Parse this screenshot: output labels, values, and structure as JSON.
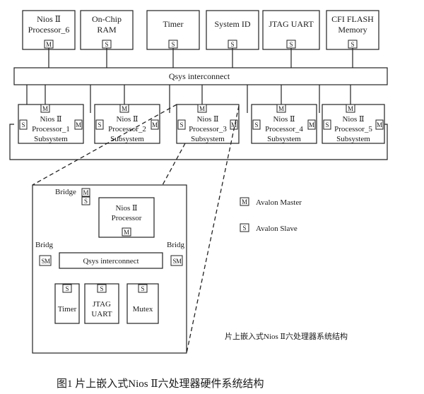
{
  "top_modules": [
    {
      "line1": "Nios Ⅱ",
      "line2": "Processor_6",
      "port": "M"
    },
    {
      "line1": "On-Chip",
      "line2": "RAM",
      "port": "S"
    },
    {
      "line1": "Timer",
      "line2": "",
      "port": "S"
    },
    {
      "line1": "System ID",
      "line2": "",
      "port": "S"
    },
    {
      "line1": "JTAG UART",
      "line2": "",
      "port": "S"
    },
    {
      "line1": "CFI FLASH",
      "line2": "Memory",
      "port": "S"
    }
  ],
  "main_interconnect": "Qsys interconnect",
  "subsystems": [
    {
      "line1": "Nios Ⅱ",
      "line2": "Processor_1",
      "line3": "Subsystem",
      "top_port": "M",
      "left_port": "S",
      "right_port": "M"
    },
    {
      "line1": "Nios Ⅱ",
      "line2": "Processor_2",
      "line3": "Subsystem",
      "top_port": "M",
      "left_port": "S",
      "right_port": "M"
    },
    {
      "line1": "Nios Ⅱ",
      "line2": "Processor_3",
      "line3": "Subsystem",
      "top_port": "M",
      "left_port": "S",
      "right_port": "M"
    },
    {
      "line1": "Nios Ⅱ",
      "line2": "Processor_4",
      "line3": "Subsystem",
      "top_port": "M",
      "left_port": "S",
      "right_port": "M"
    },
    {
      "line1": "Nios Ⅱ",
      "line2": "Processor_5",
      "line3": "Subsystem",
      "top_port": "M",
      "left_port": "S",
      "right_port": "M"
    }
  ],
  "detail": {
    "bridge_top": "Bridge",
    "bridge_left": "Bridg",
    "bridge_right": "Bridg",
    "processor_line1": "Nios Ⅱ",
    "processor_line2": "Processor",
    "interconnect": "Qsys interconnect",
    "peripherals": [
      {
        "line1": "Timer",
        "line2": "",
        "port": "S"
      },
      {
        "line1": "JTAG",
        "line2": "UART",
        "port": "S"
      },
      {
        "line1": "Mutex",
        "line2": "",
        "port": "S"
      }
    ],
    "port_m": "M",
    "port_s": "S",
    "note": "片上嵌入式Nios Ⅱ六处理器系统结构"
  },
  "legend": [
    {
      "symbol": "M",
      "label": "Avalon Master"
    },
    {
      "symbol": "S",
      "label": "Avalon Slave"
    }
  ],
  "caption": "图1   片上嵌入式Nios Ⅱ六处理器硬件系统结构"
}
